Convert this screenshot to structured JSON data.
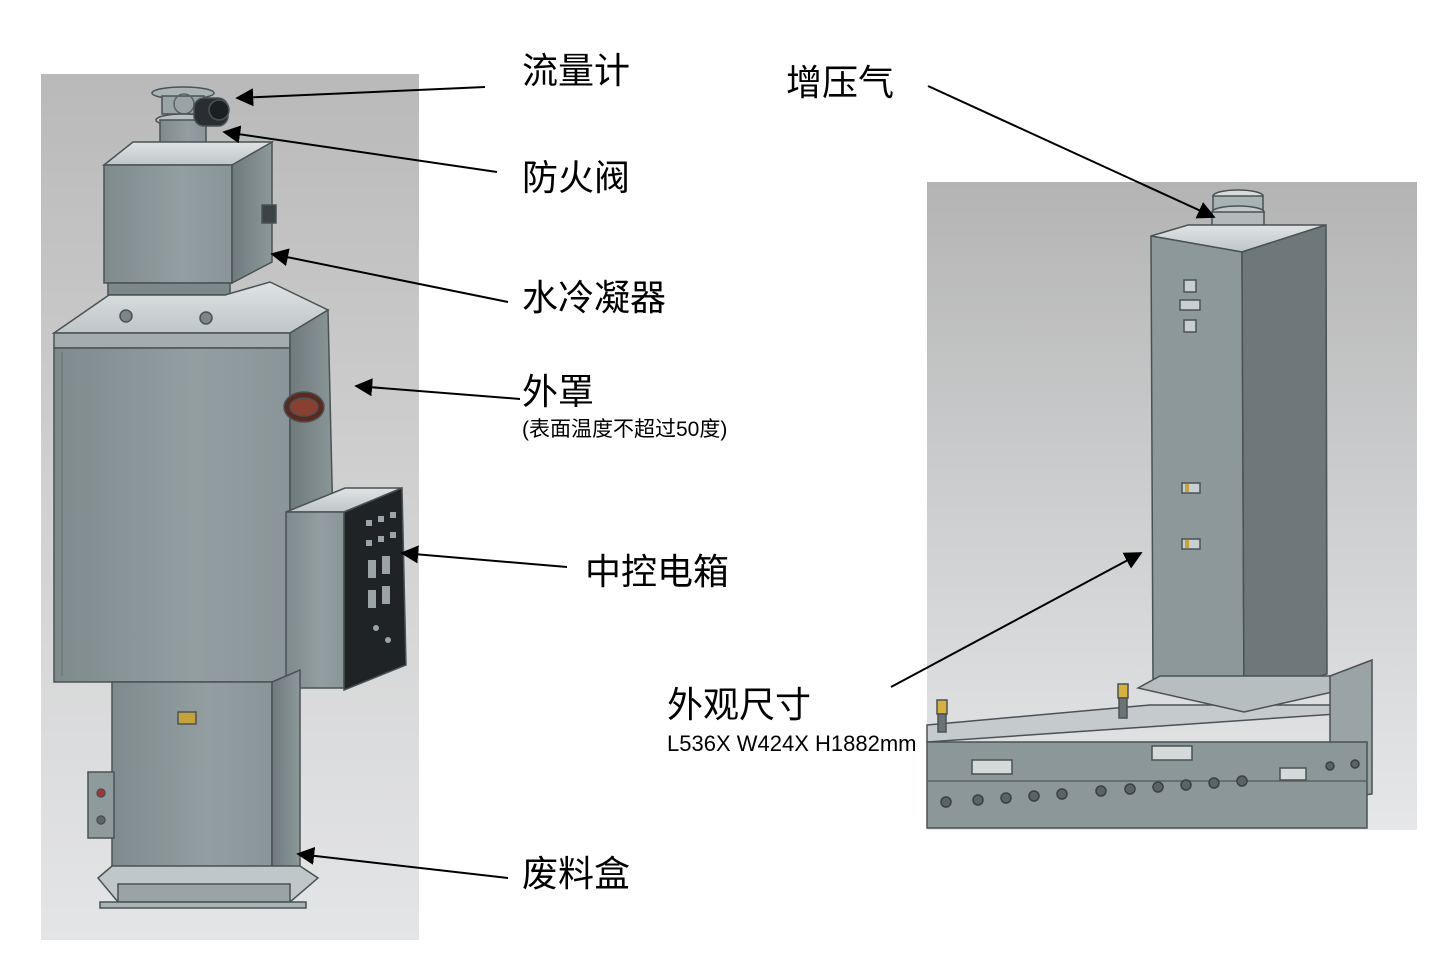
{
  "labels": {
    "flowmeter": "流量计",
    "fire_valve": "防火阀",
    "water_condenser": "水冷凝器",
    "outer_cover": "外罩",
    "outer_cover_note": "(表面温度不超过50度)",
    "control_box": "中控电箱",
    "waste_box": "废料盒",
    "booster_air": "增压气",
    "dimensions_title": "外观尺寸",
    "dimensions_value": "L536X W424X H1882mm"
  },
  "colors": {
    "panel_gray": "#c6c6c7",
    "machine_body": "#8c979a",
    "machine_edge": "#4a5255",
    "arrow": "#000000"
  }
}
